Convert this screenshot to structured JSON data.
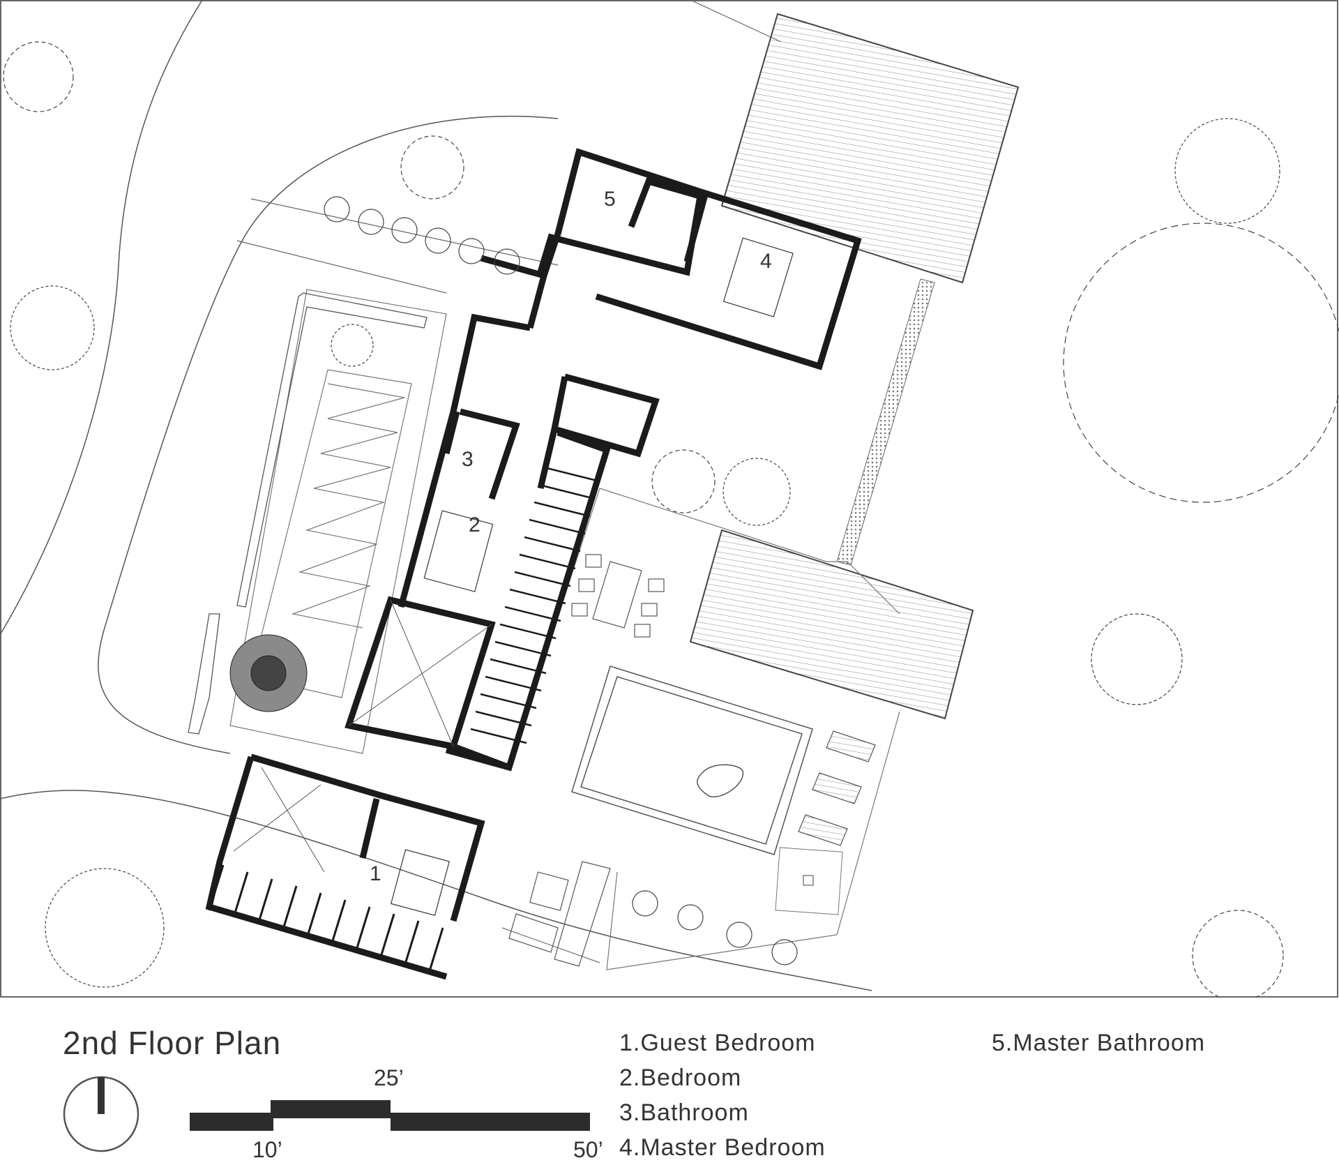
{
  "title": "2nd Floor Plan",
  "room_numbers": [
    "1",
    "2",
    "3",
    "4",
    "5"
  ],
  "legend": [
    "1.Guest Bedroom",
    "2.Bedroom",
    "3.Bathroom",
    "4.Master Bedroom",
    "5.Master Bathroom"
  ],
  "scale_bar": {
    "labels": [
      "10’",
      "25’",
      "50’"
    ]
  },
  "colors": {
    "wall": "#1b1b1b",
    "line": "#555555",
    "background": "#ffffff"
  },
  "icons": [
    "north-arrow-icon",
    "tree-icon",
    "palm-tree-icon",
    "shrub-icon"
  ]
}
